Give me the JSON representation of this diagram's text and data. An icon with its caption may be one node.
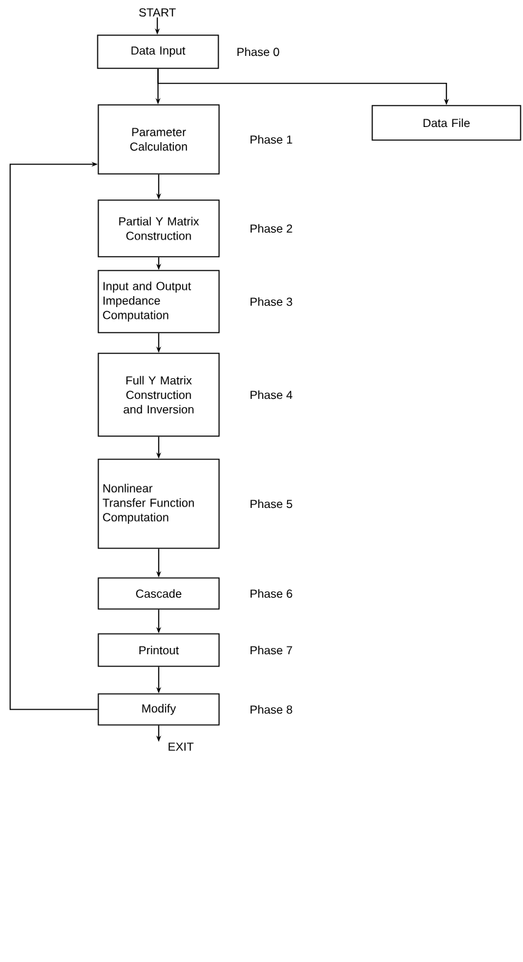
{
  "diagram": {
    "nodes": [
      {
        "text": [
          "START"
        ]
      },
      {
        "text": [
          "Data Input"
        ],
        "beside": [
          "Phase 0"
        ]
      },
      {
        "text": [
          "Data File"
        ]
      },
      {
        "text": [
          "Parameter Calculation"
        ],
        "beside": [
          "Phase 1"
        ]
      },
      {
        "text": [
          "Partial Y Matrix Construction"
        ],
        "beside": [
          "Phase 2"
        ]
      },
      {
        "text": [
          "Input and Output Impedance Computation"
        ],
        "beside": [
          "Phase 3"
        ]
      },
      {
        "text": [
          "Full Y Matrix Construction and Inversion"
        ],
        "beside": [
          "Phase 4"
        ]
      },
      {
        "text": [
          "Nonlinear Transfer Function Computation"
        ],
        "beside": [
          "Phase 5"
        ]
      },
      {
        "text": [
          "Cascade"
        ],
        "beside": [
          "Phase 6"
        ]
      },
      {
        "text": [
          "Printout"
        ],
        "beside": [
          "Phase 7"
        ]
      },
      {
        "text": [
          "Modify"
        ],
        "beside": [
          "Phase 8"
        ]
      },
      {
        "text": [
          "EXIT"
        ]
      }
    ],
    "edges": [
      {
        "from": 0,
        "to": 1,
        "arrow": "to"
      },
      {
        "from": 1,
        "to": 3,
        "arrow": "to"
      },
      {
        "from": 1,
        "to": 2,
        "arrow": "to"
      },
      {
        "from": 3,
        "to": 4,
        "arrow": "to"
      },
      {
        "from": 4,
        "to": 5,
        "arrow": "to"
      },
      {
        "from": 5,
        "to": 6,
        "arrow": "to"
      },
      {
        "from": 6,
        "to": 7,
        "arrow": "to"
      },
      {
        "from": 7,
        "to": 8,
        "arrow": "to"
      },
      {
        "from": 8,
        "to": 9,
        "arrow": "to"
      },
      {
        "from": 9,
        "to": 10,
        "arrow": "to"
      },
      {
        "from": 10,
        "to": 3,
        "arrow": "to"
      },
      {
        "from": 10,
        "to": 11,
        "arrow": "to"
      }
    ]
  }
}
